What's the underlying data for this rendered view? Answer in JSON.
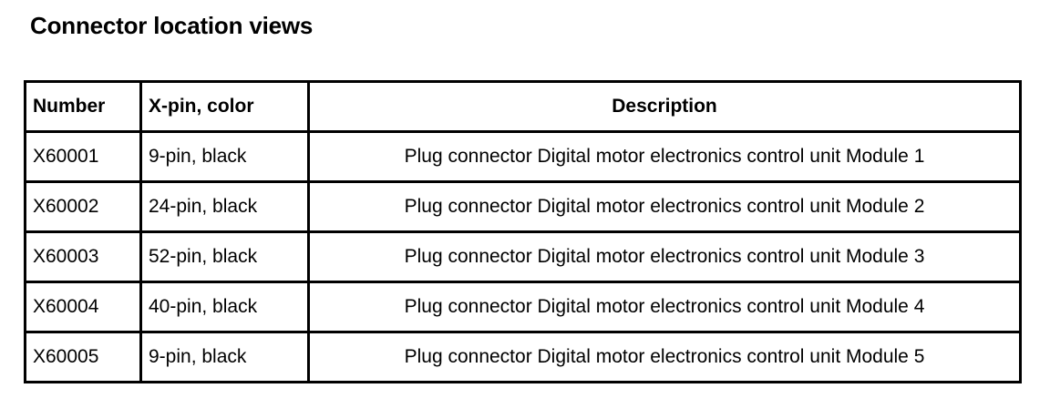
{
  "page": {
    "title": "Connector location views",
    "background_color": "#ffffff",
    "text_color": "#000000",
    "border_color": "#000000"
  },
  "table": {
    "columns": [
      {
        "key": "number",
        "header": "Number"
      },
      {
        "key": "xpin",
        "header": "X-pin, color"
      },
      {
        "key": "description",
        "header": "Description"
      }
    ],
    "rows": [
      {
        "number": "X60001",
        "xpin": "9-pin, black",
        "description": "Plug connector Digital motor electronics control unit Module 1"
      },
      {
        "number": "X60002",
        "xpin": "24-pin, black",
        "description": "Plug connector Digital motor electronics control unit Module 2"
      },
      {
        "number": "X60003",
        "xpin": "52-pin, black",
        "description": "Plug connector Digital motor electronics control unit Module 3"
      },
      {
        "number": "X60004",
        "xpin": "40-pin, black",
        "description": "Plug connector Digital motor electronics control unit Module 4"
      },
      {
        "number": "X60005",
        "xpin": "9-pin, black",
        "description": "Plug connector Digital motor electronics control unit Module 5"
      }
    ]
  }
}
